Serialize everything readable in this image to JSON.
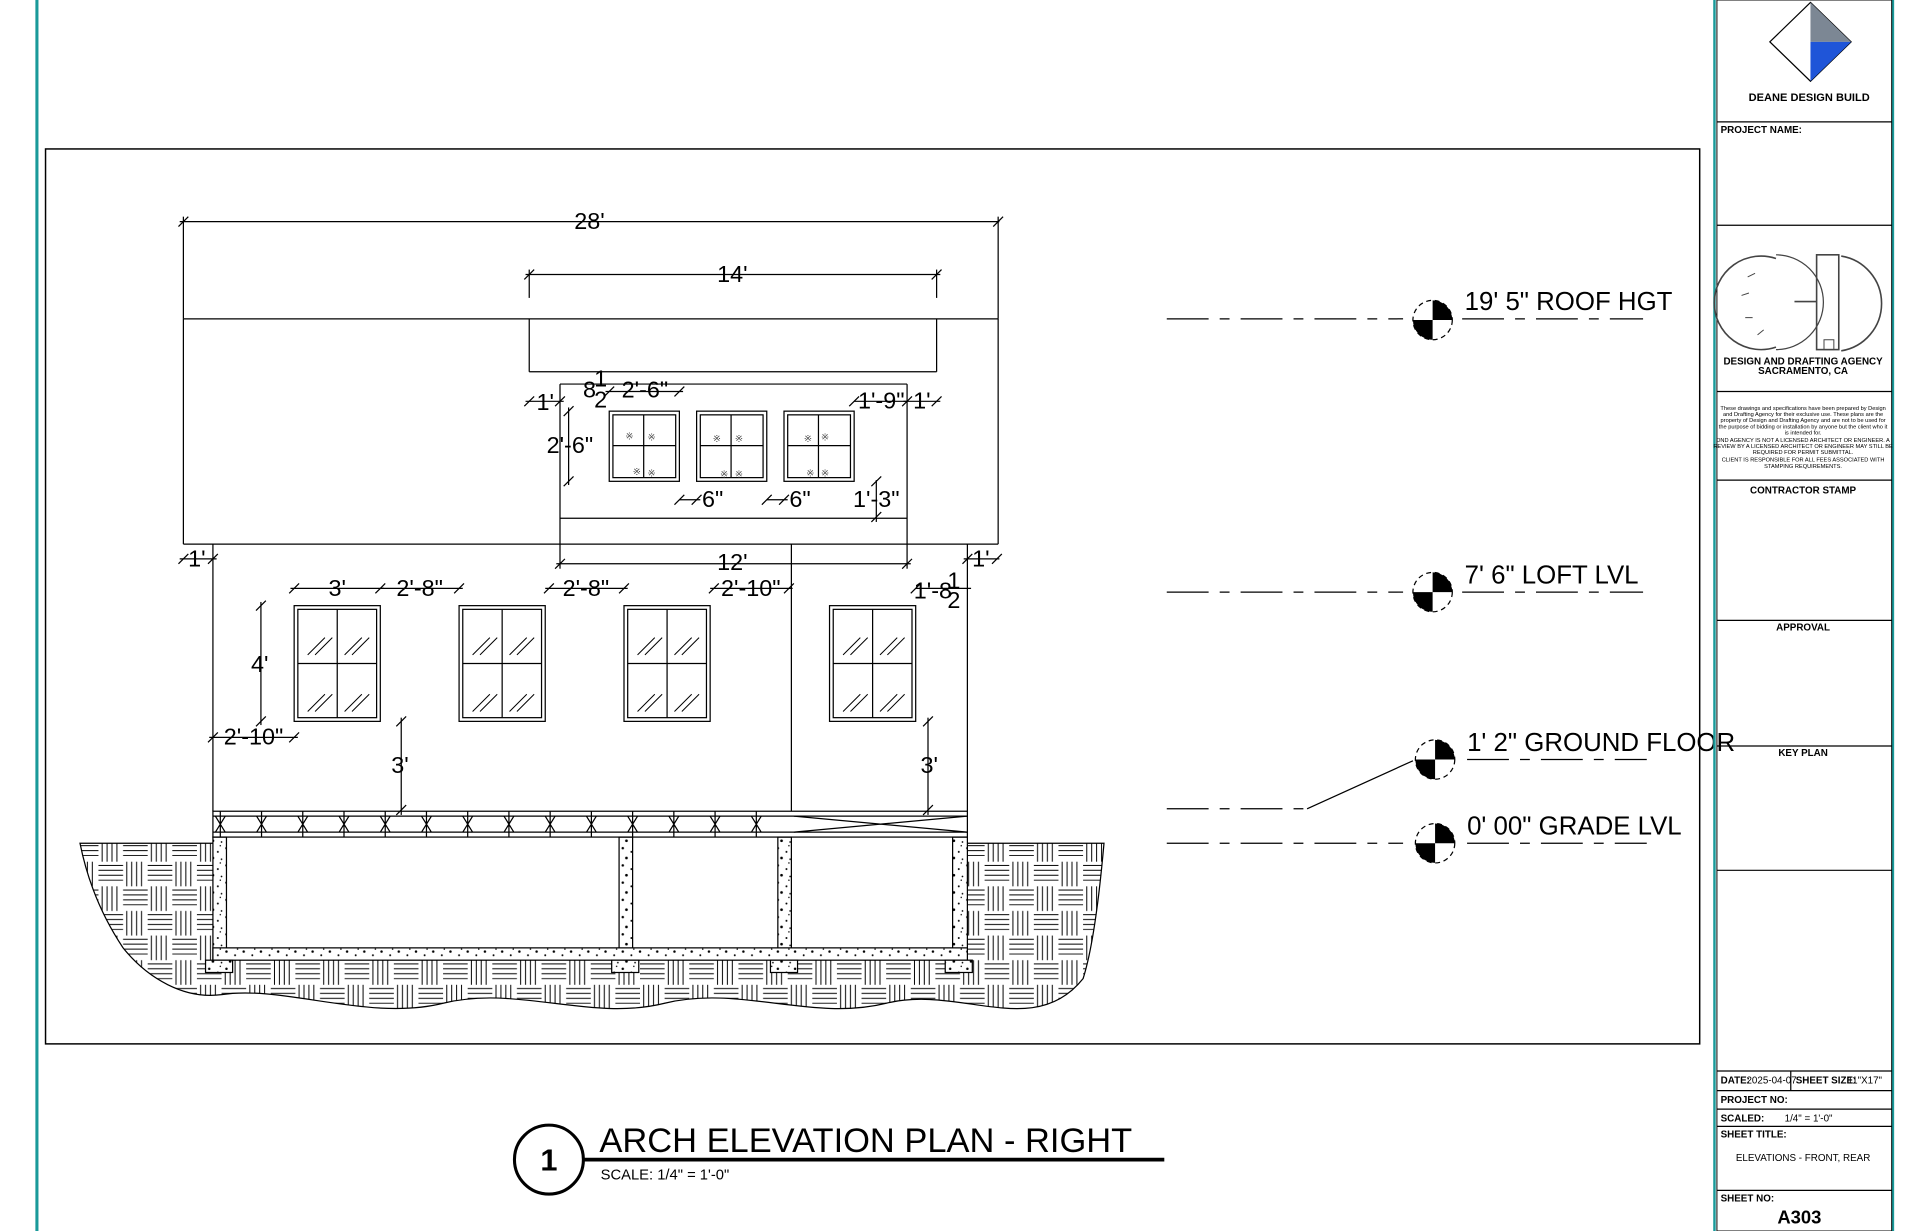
{
  "drawing": {
    "view_number": "1",
    "title": "ARCH ELEVATION PLAN -  RIGHT",
    "scale": "SCALE: 1/4\" = 1'-0\"",
    "dimensions": {
      "overall_width": "28'",
      "upper_width": "14'",
      "lower_span": "12'",
      "loft_left_offset": "1'",
      "loft_right_offset": "1'",
      "loft_right_gap": "1'-9\"",
      "loft_window_width": "2'-6\"",
      "loft_window_height": "2'-6\"",
      "loft_left_gap_a": "8",
      "loft_left_gap_b": "1",
      "loft_left_gap_c": "2",
      "loft_spacing_a": "6\"",
      "loft_spacing_b": "6\"",
      "loft_sill": "1'-3\"",
      "wall_left_offset": "1'",
      "wall_right_offset": "1'",
      "window_width": "3'",
      "spacing_1": "2'-8\"",
      "spacing_2": "2'-8\"",
      "spacing_3": "2'-10\"",
      "right_gap_a": "1'-8",
      "right_gap_b": "1",
      "right_gap_c": "2",
      "window_height": "4'",
      "left_margin": "2'-10\"",
      "sill_left": "3'",
      "sill_right": "3'"
    },
    "levels": [
      {
        "label": "19' 5\" ROOF HGT"
      },
      {
        "label": "7' 6\" LOFT LVL"
      },
      {
        "label": "1' 2\" GROUND FLOOR"
      },
      {
        "label": "0' 00\" GRADE LVL"
      }
    ]
  },
  "title_block": {
    "firm": "DEANE DESIGN BUILD",
    "project_name_label": "PROJECT NAME:",
    "agency_name": "DESIGN AND DRAFTING AGENCY",
    "agency_city": "SACRAMENTO, CA",
    "disclaimer": [
      "These drawings and specifications have been prepared by Design",
      "and Drafting Agency for their exclusive use. These plans are the",
      "property of Design and Drafting Agency and are not to be used for",
      "the purpose of bidding or installation by anyone but the client who it",
      "is intended for.",
      "DND AGENCY IS NOT A LICENSED ARCHITECT OR ENGINEER. A",
      "REVIEW BY A LICENSED ARCHITECT OR ENGINEER MAY STILL BE",
      "REQUIRED FOR PERMIT SUBMITTAL.",
      "CLIENT IS RESPONSIBLE FOR ALL FEES ASSOCIATED WITH",
      "STAMPING REQUIREMENTS."
    ],
    "contractor_stamp": "CONTRACTOR STAMP",
    "approval": "APPROVAL",
    "key_plan": "KEY PLAN",
    "date_label": "DATE:",
    "date_value": "2025-04-07",
    "sheet_size_label": "SHEET SIZE:",
    "sheet_size_value": "11\"X17\"",
    "project_no_label": "PROJECT NO:",
    "scaled_label": "SCALED:",
    "scaled_value": "1/4\" = 1'-0\"",
    "sheet_title_label": "SHEET TITLE:",
    "sheet_title_value": "ELEVATIONS - FRONT, REAR",
    "sheet_no_label": "SHEET NO:",
    "sheet_no_value": "A303"
  }
}
